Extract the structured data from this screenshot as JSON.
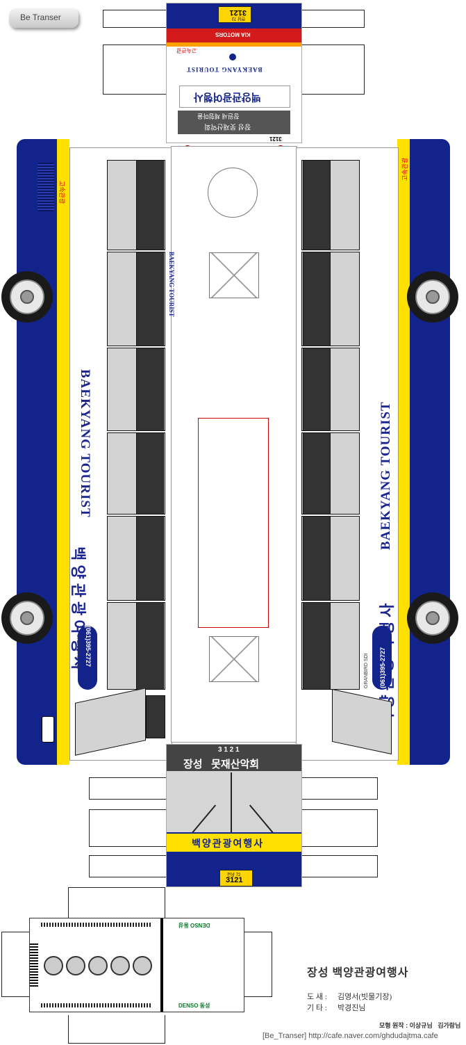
{
  "logo": {
    "text": "Be Transer"
  },
  "front": {
    "plate": "3121",
    "plate_region": "전남 72",
    "maker": "KIA MOTORS",
    "badge": "고속관광",
    "company_en": "BAEKYANG TOURIST",
    "company_ko": "백양관광여행사",
    "dest": "장성 못재산악회",
    "dest_small": "창원새 체험마을",
    "route_number": "3121"
  },
  "side": {
    "company_en": "BAEKYANG TOURIST",
    "company_ko": "백 양 관 광 여 행 사",
    "phone": "(061)395-2727",
    "model": "GRANBIRD SDI",
    "badge": "고속관광"
  },
  "roof": {
    "company_en": "BAEKYANG TOURIST"
  },
  "rear": {
    "route_number": "3 1 2 1",
    "dest": "장성   못재산악회",
    "company_ko": "백양관광여행사",
    "plate": "3121",
    "plate_region": "전남 72"
  },
  "aircon": {
    "brand": "DENSO 동성"
  },
  "credits": {
    "title": "장성 백양관광여행사",
    "design_label": "도 새 :",
    "design_value": "김영서(빗물기장)",
    "other_label": "기 타 :",
    "other_value": "박경진님",
    "original": "모형 원작 : 이상규님   김가람님",
    "url": "[Be_Transer] http://cafe.naver.com/ghdudajtma.cafe"
  }
}
